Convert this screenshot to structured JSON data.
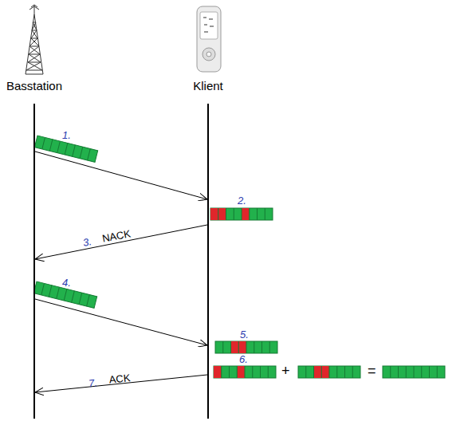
{
  "diagram": {
    "nodes": [
      {
        "text": [
          "Basstation"
        ]
      },
      {
        "text": [
          "Klient"
        ]
      }
    ],
    "edges": [
      {
        "from": 0,
        "to": 1,
        "arrow": "to"
      },
      {
        "from": 1,
        "to": 0,
        "label": "NACK",
        "arrow": "to"
      },
      {
        "from": 0,
        "to": 1,
        "arrow": "to"
      },
      {
        "from": 1,
        "to": 0,
        "label": "ACK",
        "arrow": "to"
      }
    ],
    "labels": [
      "1.",
      "2.",
      "3.",
      "4.",
      "5.",
      "6.",
      "+",
      "=",
      "7."
    ]
  }
}
